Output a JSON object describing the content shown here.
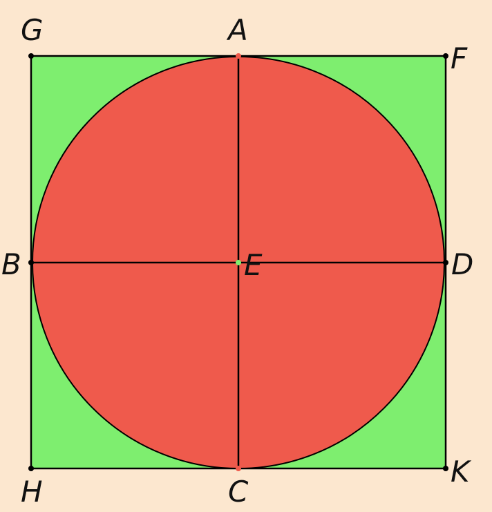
{
  "colors": {
    "background": "#fce7cf",
    "square_fill": "#7eee6f",
    "circle_fill": "#ef5a4c",
    "stroke": "#000000",
    "center_point": "#7eee6f",
    "tangent_point": "#ef5a4c"
  },
  "labels": {
    "A": "A",
    "B": "B",
    "C": "C",
    "D": "D",
    "E": "E",
    "F": "F",
    "G": "G",
    "H": "H",
    "K": "K"
  }
}
